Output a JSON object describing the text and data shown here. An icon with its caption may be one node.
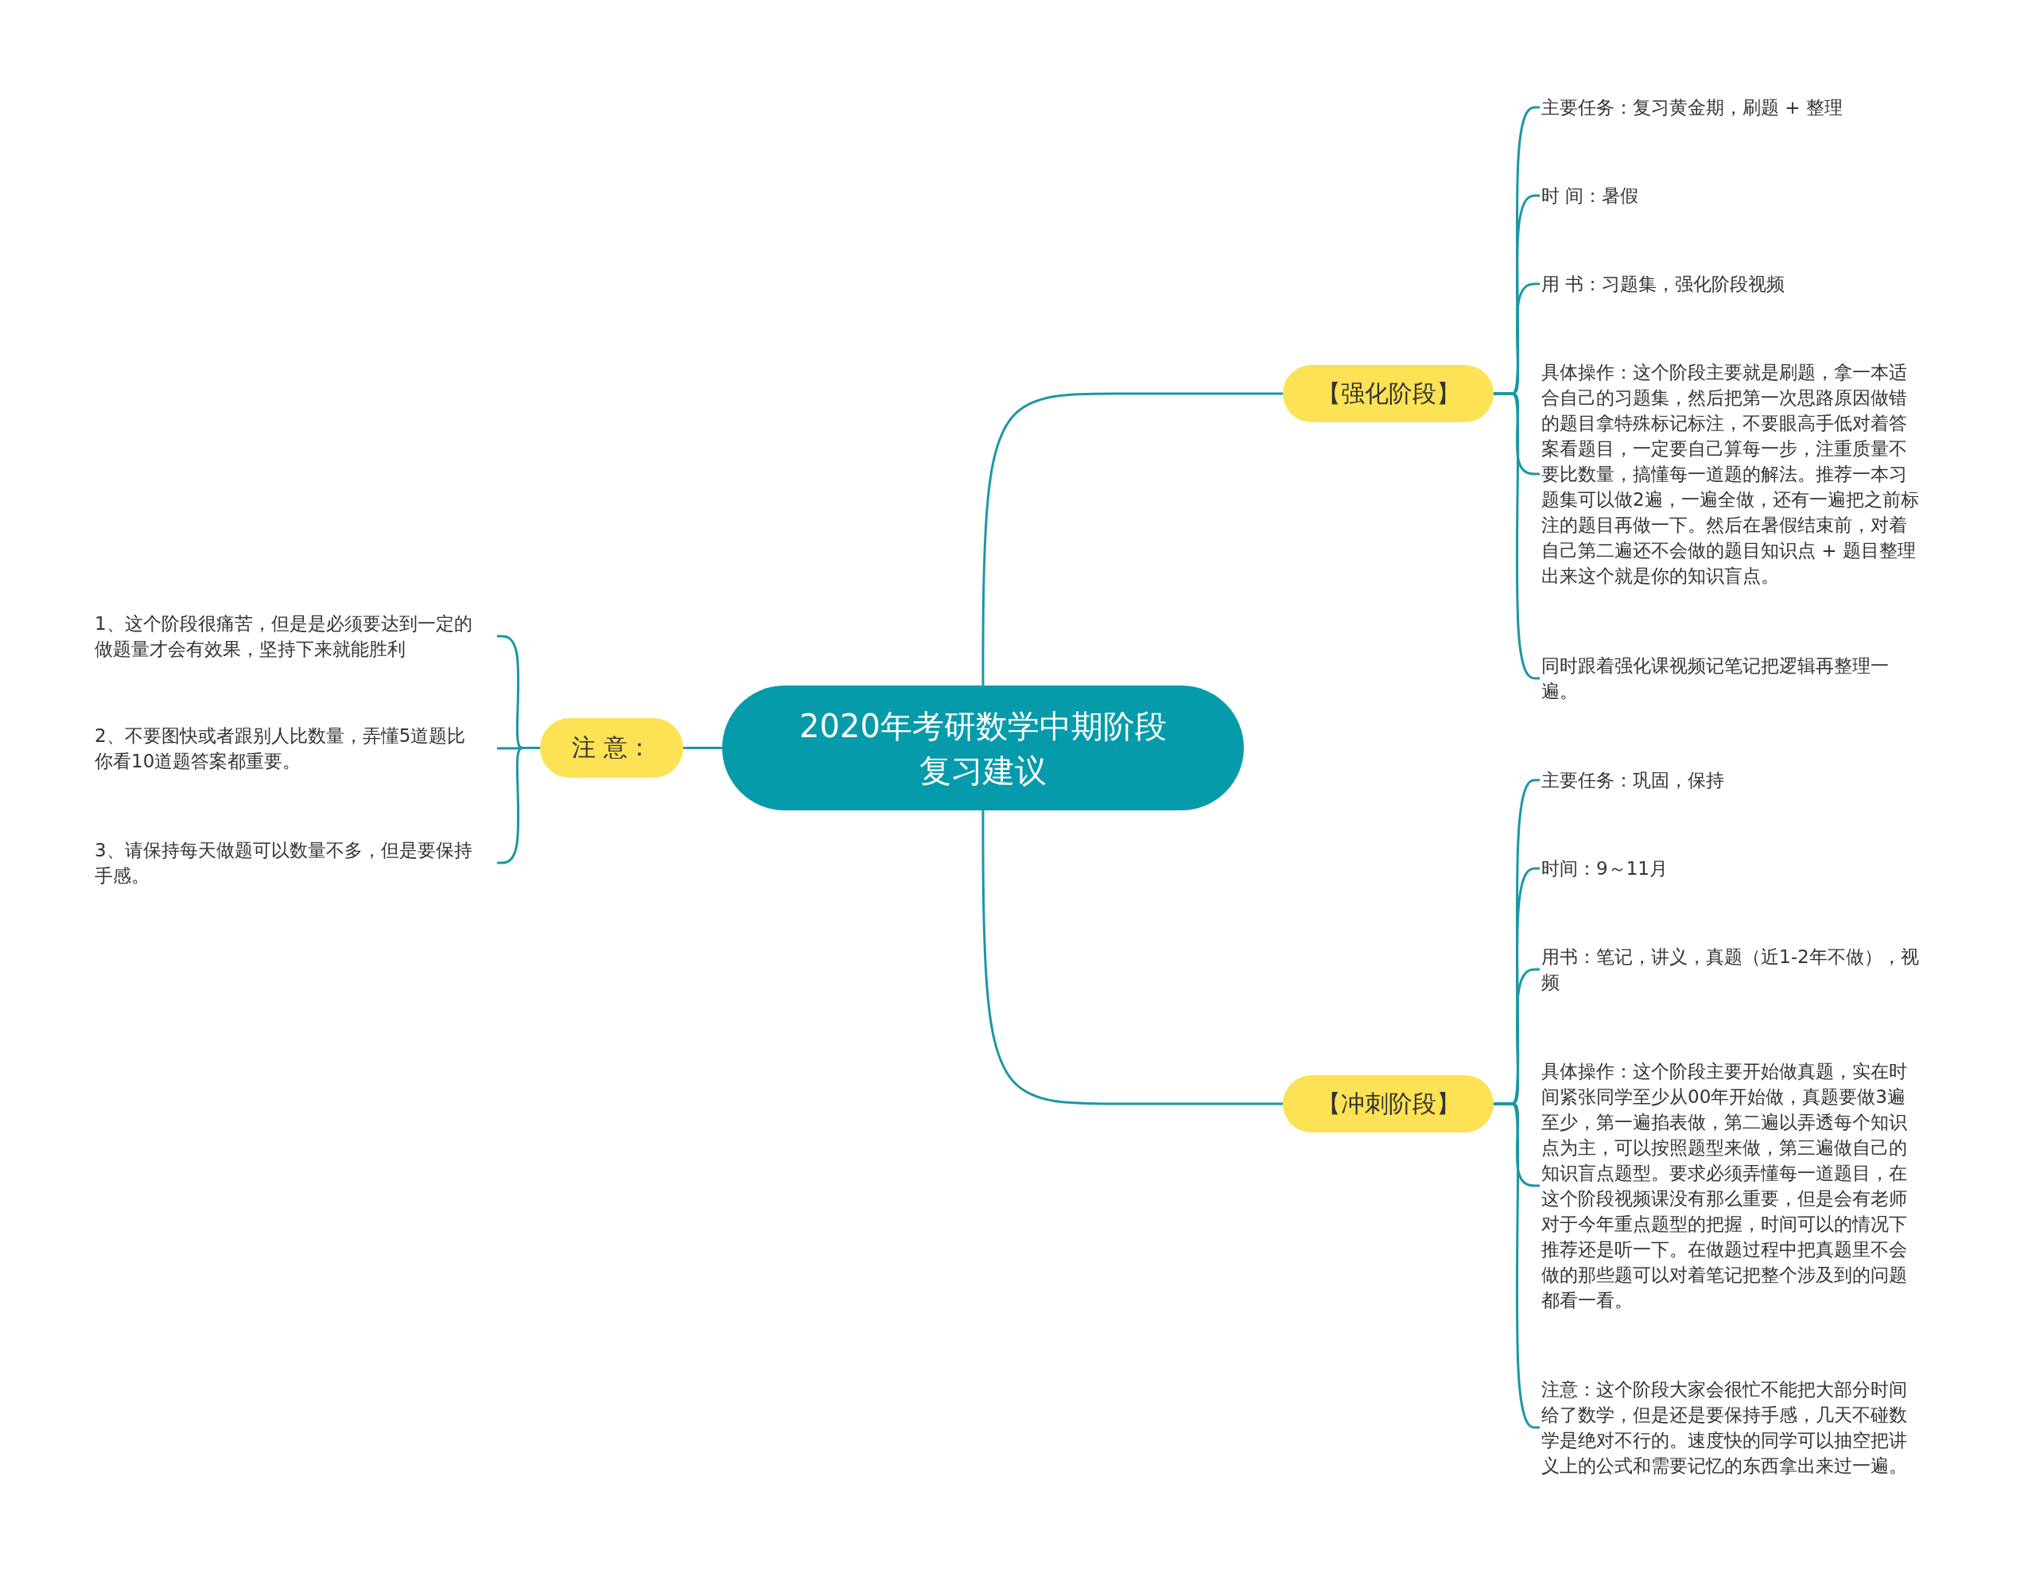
{
  "diagram": {
    "nodes": [
      {
        "text": [
          "2020年考研数学中期阶段复习建议"
        ]
      },
      {
        "text": [
          "【强化阶段】"
        ]
      },
      {
        "text": [
          "主要任务：复习黄金期，刷题 + 整理"
        ]
      },
      {
        "text": [
          "时 间：暑假"
        ]
      },
      {
        "text": [
          "用 书：习题集，强化阶段视频"
        ]
      },
      {
        "text": [
          "具体操作：这个阶段主要就是刷题，拿一本适合自己的习题集，然后把第一次思路原因做错的题目拿特殊标记标注，不要眼高手低对着答案看题目，一定要自己算每一步，注重质量不要比数量，搞懂每一道题的解法。推荐一本习题集可以做2遍，一遍全做，还有一遍把之前标注的题目再做一下。然后在暑假结束前，对着自己第二遍还不会做的题目知识点 + 题目整理出来这个就是你的知识盲点。"
        ]
      },
      {
        "text": [
          "同时跟着强化课视频记笔记把逻辑再整理一遍。"
        ]
      },
      {
        "text": [
          "【冲刺阶段】"
        ]
      },
      {
        "text": [
          "主要任务：巩固，保持"
        ]
      },
      {
        "text": [
          "时间：9～11月"
        ]
      },
      {
        "text": [
          "用书：笔记，讲义，真题（近1-2年不做），视频"
        ]
      },
      {
        "text": [
          "具体操作：这个阶段主要开始做真题，实在时间紧张同学至少从00年开始做，真题要做3遍至少，第一遍掐表做，第二遍以弄透每个知识点为主，可以按照题型来做，第三遍做自己的知识盲点题型。要求必须弄懂每一道题目，在这个阶段视频课没有那么重要，但是会有老师对于今年重点题型的把握，时间可以的情况下推荐还是听一下。在做题过程中把真题里不会做的那些题可以对着笔记把整个涉及到的问题都看一看。"
        ]
      },
      {
        "text": [
          "注意：这个阶段大家会很忙不能把大部分时间给了数学，但是还是要保持手感，几天不碰数学是绝对不行的。速度快的同学可以抽空把讲义上的公式和需要记忆的东西拿出来过一遍。"
        ]
      },
      {
        "text": [
          "注 意："
        ]
      },
      {
        "text": [
          "1、这个阶段很痛苦，但是是必须要达到一定的做题量才会有效果，坚持下来就能胜利"
        ]
      },
      {
        "text": [
          "2、不要图快或者跟别人比数量，弄懂5道题比你看10道题答案都重要。"
        ]
      },
      {
        "text": [
          "3、请保持每天做题可以数量不多，但是要保持手感。"
        ]
      }
    ],
    "edges": [
      {
        "from": 0,
        "to": 1,
        "arrow": "none"
      },
      {
        "from": 1,
        "to": 2,
        "arrow": "none"
      },
      {
        "from": 1,
        "to": 3,
        "arrow": "none"
      },
      {
        "from": 1,
        "to": 4,
        "arrow": "none"
      },
      {
        "from": 1,
        "to": 5,
        "arrow": "none"
      },
      {
        "from": 1,
        "to": 6,
        "arrow": "none"
      },
      {
        "from": 0,
        "to": 7,
        "arrow": "none"
      },
      {
        "from": 7,
        "to": 8,
        "arrow": "none"
      },
      {
        "from": 7,
        "to": 9,
        "arrow": "none"
      },
      {
        "from": 7,
        "to": 10,
        "arrow": "none"
      },
      {
        "from": 7,
        "to": 11,
        "arrow": "none"
      },
      {
        "from": 7,
        "to": 12,
        "arrow": "none"
      },
      {
        "from": 0,
        "to": 13,
        "arrow": "none"
      },
      {
        "from": 13,
        "to": 14,
        "arrow": "none"
      },
      {
        "from": 13,
        "to": 15,
        "arrow": "none"
      },
      {
        "from": 13,
        "to": 16,
        "arrow": "none"
      }
    ]
  }
}
